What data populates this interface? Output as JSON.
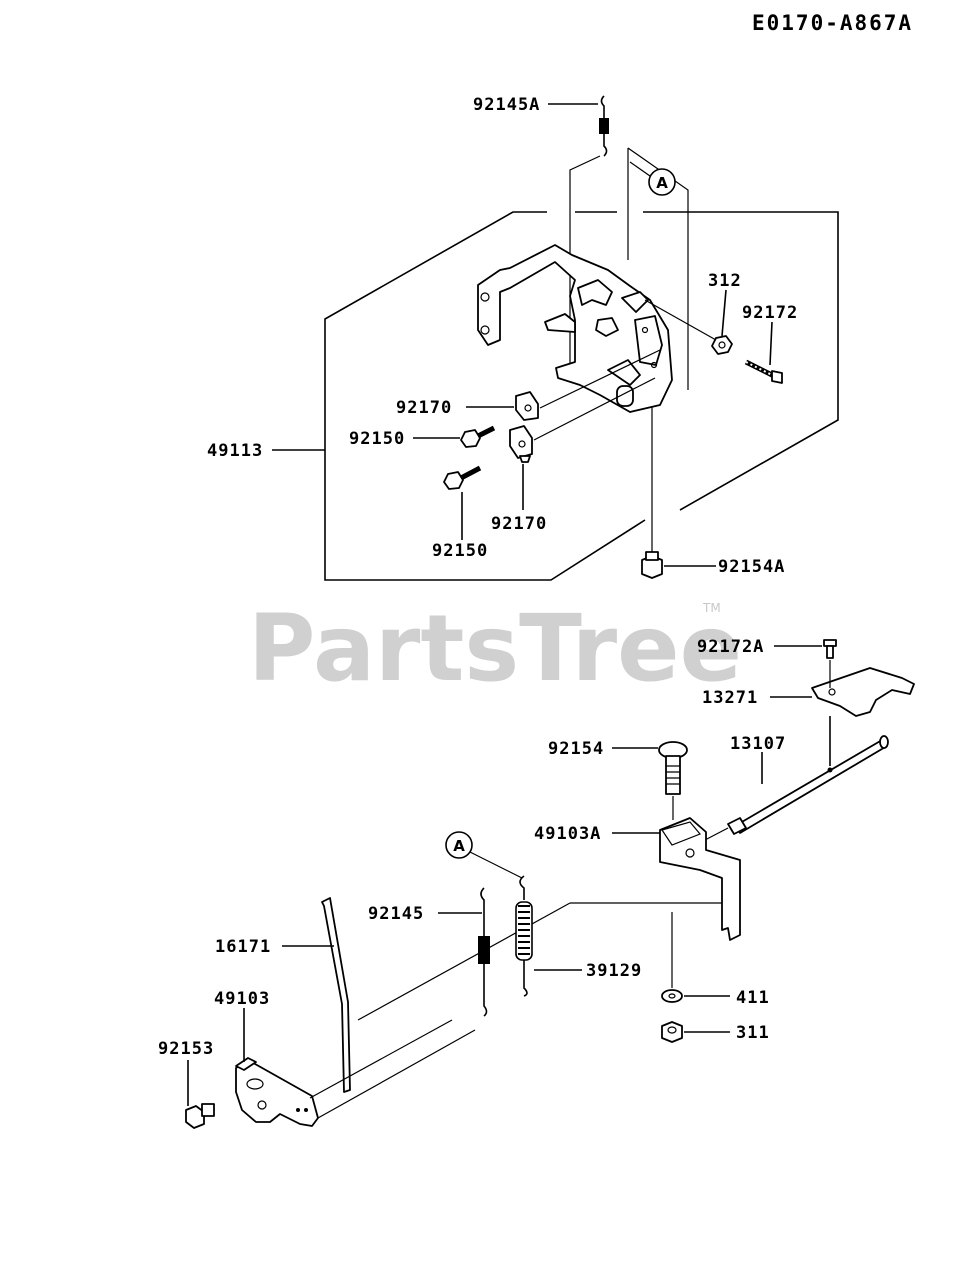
{
  "diagram_code": "E0170-A867A",
  "watermark": {
    "text": "PartsTree",
    "trademark": "TM"
  },
  "callout_letter": "A",
  "labels": {
    "p92145A": "92145A",
    "p312": "312",
    "p92172": "92172",
    "p92170a": "92170",
    "p92150a": "92150",
    "p49113": "49113",
    "p92150b": "92150",
    "p92170b": "92170",
    "p92154A": "92154A",
    "p92172A": "92172A",
    "p13271": "13271",
    "p92154": "92154",
    "p13107": "13107",
    "p49103A": "49103A",
    "p92145": "92145",
    "p16171": "16171",
    "p39129": "39129",
    "p49103": "49103",
    "p411": "411",
    "p92153": "92153",
    "p311": "311"
  }
}
